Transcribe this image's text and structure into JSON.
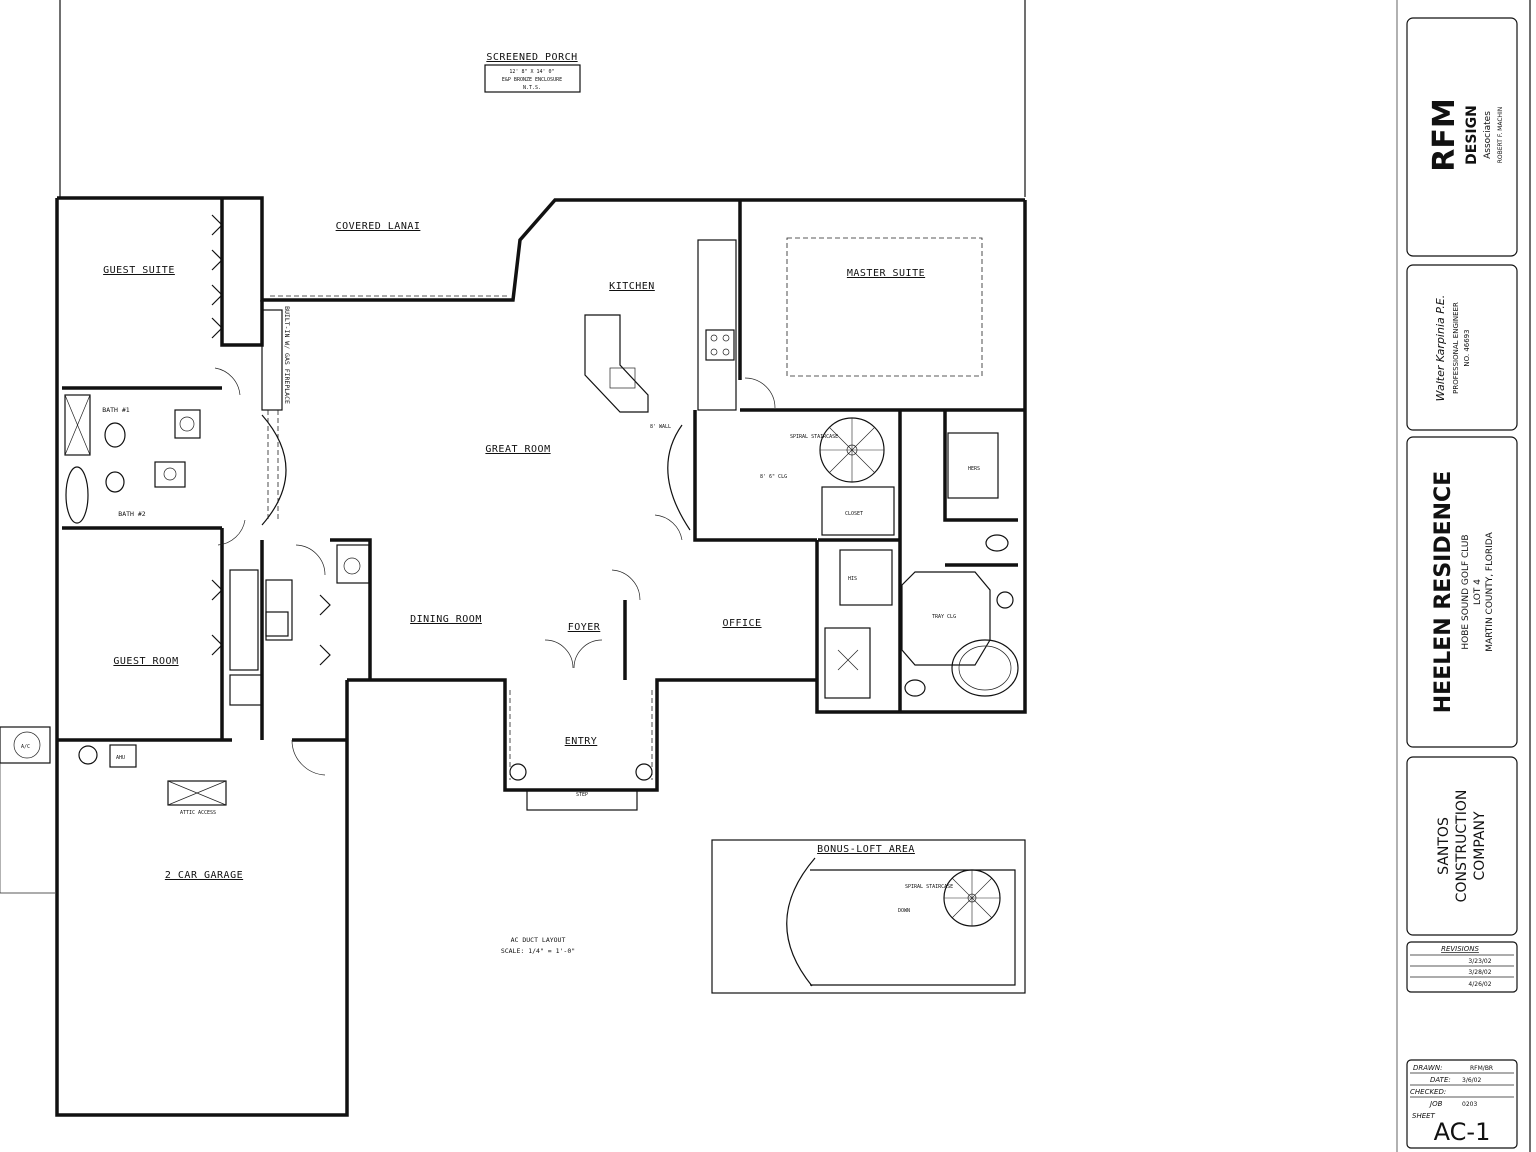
{
  "rooms": {
    "screened_porch": "SCREENED PORCH",
    "porch_note1": "12' 8\" X 14' 0\"",
    "porch_note2": "E&P BRONZE ENCLOSURE",
    "porch_note3": "N.T.S.",
    "covered_lanai": "COVERED LANAI",
    "guest_suite": "GUEST SUITE",
    "kitchen": "KITCHEN",
    "master_suite": "MASTER SUITE",
    "great_room": "GREAT ROOM",
    "bath1": "BATH #1",
    "bath2": "BATH #2",
    "dining_room": "DINING ROOM",
    "foyer": "FOYER",
    "office": "OFFICE",
    "guest_room": "GUEST ROOM",
    "entry": "ENTRY",
    "step": "STEP",
    "attic_access": "ATTIC ACCESS",
    "garage": "2 CAR GARAGE",
    "duct_layout": "AC DUCT LAYOUT",
    "scale": "SCALE: 1/4\" = 1'-0\"",
    "bonus_loft": "BONUS-LOFT AREA",
    "spiral": "SPIRAL STAIRCASE",
    "down": "DOWN",
    "fireplace": "BUILT-IN W/ GAS FIREPLACE",
    "wall8": "8' WALL",
    "ac": "A/C",
    "ahu": "AHU",
    "wic": "8' 6\" CLG",
    "hers": "HERS",
    "his": "HIS",
    "closet": "CLOSET",
    "tray": "TRAY CLG"
  },
  "titleblock": {
    "firm_logo": "RFM",
    "firm_name": "DESIGN",
    "firm_sub": "Associates",
    "designer": "ROBERT F. MACHIN",
    "engineer_sig": "Walter Karpinia P.E.",
    "engineer_title": "PROFESSIONAL ENGINEER",
    "engineer_no": "NO. 46693",
    "project_title": "HEELEN RESIDENCE",
    "project_line1": "HOBE SOUND GOLF CLUB",
    "project_line2": "LOT 4",
    "project_line3": "MARTIN COUNTY, FLORIDA",
    "builder_line1": "SANTOS",
    "builder_line2": "CONSTRUCTION",
    "builder_line3": "COMPANY",
    "revisions_header": "REVISIONS",
    "revisions": [
      "3/23/02",
      "3/28/02",
      "4/26/02"
    ],
    "drawn_label": "DRAWN:",
    "drawn_val": "RFM/BR",
    "date_label": "DATE:",
    "date_val": "3/6/02",
    "checked_label": "CHECKED:",
    "job_label": "JOB",
    "job_val": "0203",
    "sheet_label": "SHEET",
    "sheet_val": "AC-1"
  }
}
